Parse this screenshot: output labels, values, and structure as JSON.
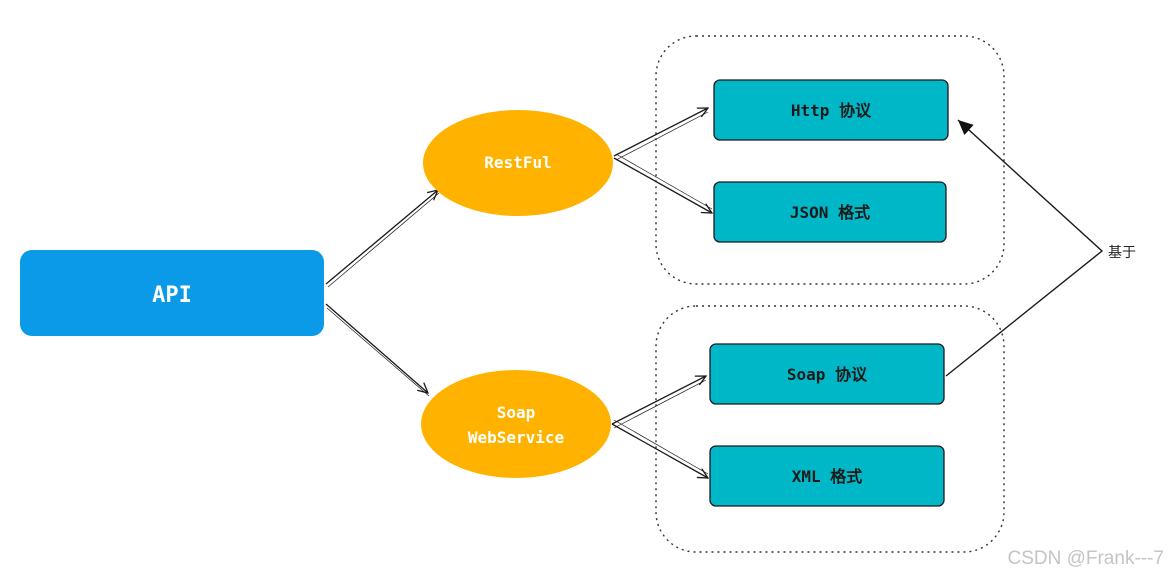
{
  "top_caption": "",
  "nodes": {
    "api": "API",
    "restful": "RestFul",
    "soap_line1": "Soap",
    "soap_line2": "WebService",
    "http": "Http 协议",
    "json": "JSON 格式",
    "soap_protocol": "Soap 协议",
    "xml": "XML 格式"
  },
  "edge_label_based_on": "基于",
  "watermark": "CSDN @Frank---7",
  "colors": {
    "api_fill": "#0a9ae8",
    "ellipse_fill": "#ffb300",
    "box_fill": "#00b7c7",
    "stroke": "#1a1a1a",
    "dotted_group": "#333333"
  }
}
